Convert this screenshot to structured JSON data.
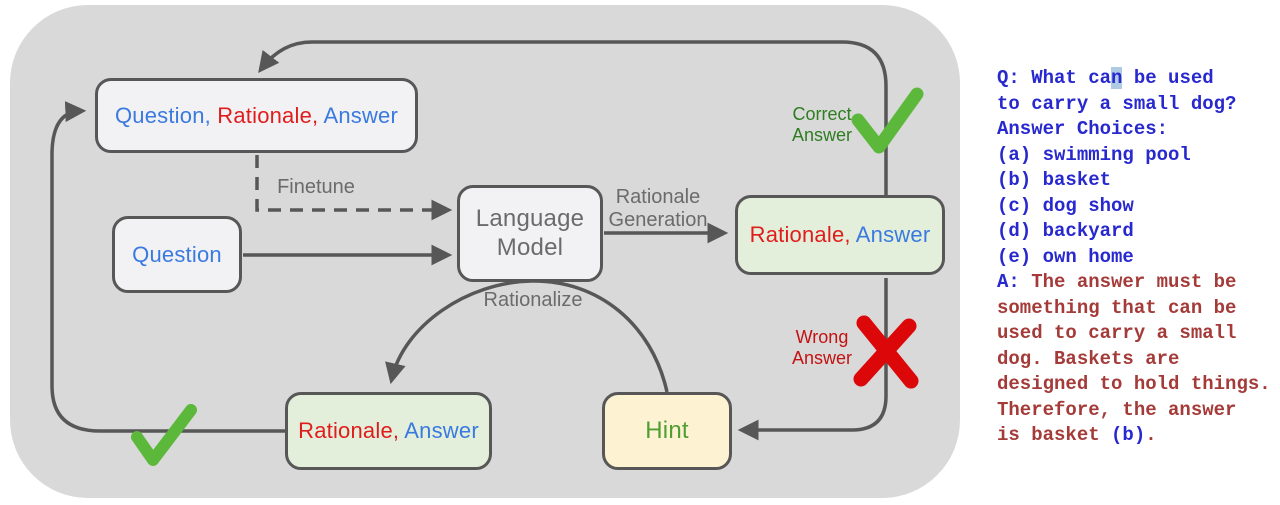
{
  "colors": {
    "panel-bg": "#d9d9d9",
    "box-border": "#575757",
    "box-light": "#f2f2f4",
    "box-green": "#e3efdb",
    "box-yellow": "#fdf3d2",
    "diagram-blue": "#3a7ae0",
    "diagram-red": "#e01d1d",
    "label-gray": "#6b6b6b",
    "correct-green": "#2f7d21",
    "wrong-red": "#c31212",
    "check-green": "#5cb83b",
    "cross-red": "#dc0709",
    "hint-green": "#4f9e31",
    "mono-blue": "#2828cf",
    "mono-red": "#a43b39",
    "highlight-blue": "#aecbe3"
  },
  "diagram": {
    "boxes": {
      "qra": {
        "segments": [
          {
            "t": "Question,",
            "c": "diagram-blue"
          },
          {
            "t": " Rationale,",
            "c": "diagram-red"
          },
          {
            "t": " Answer",
            "c": "diagram-blue"
          }
        ]
      },
      "question": {
        "segments": [
          {
            "t": "Question",
            "c": "diagram-blue"
          }
        ]
      },
      "lm": {
        "lines": [
          "Language",
          "Model"
        ]
      },
      "ra_right": {
        "segments": [
          {
            "t": "Rationale,",
            "c": "diagram-red"
          },
          {
            "t": " Answer",
            "c": "diagram-blue"
          }
        ]
      },
      "ra_bottom": {
        "segments": [
          {
            "t": "Rationale,",
            "c": "diagram-red"
          },
          {
            "t": " Answer",
            "c": "diagram-blue"
          }
        ]
      },
      "hint": {
        "label": "Hint"
      }
    },
    "labels": {
      "finetune": "Finetune",
      "rationale_generation": [
        "Rationale",
        "Generation"
      ],
      "rationalize": "Rationalize",
      "correct_answer": [
        "Correct",
        "Answer"
      ],
      "wrong_answer": [
        "Wrong",
        "Answer"
      ]
    },
    "marks": {
      "correct": "green-check-icon",
      "wrong": "red-cross-icon",
      "loop": "green-check-icon"
    }
  },
  "example": {
    "lines": [
      {
        "segments": [
          {
            "t": "Q: What ca",
            "c": "mono-blue"
          },
          {
            "t": "n",
            "c": "mono-blue",
            "hl": true
          },
          {
            "t": " be used",
            "c": "mono-blue"
          }
        ]
      },
      {
        "segments": [
          {
            "t": "to carry a small dog?",
            "c": "mono-blue"
          }
        ]
      },
      {
        "segments": [
          {
            "t": "Answer Choices:",
            "c": "mono-blue"
          }
        ]
      },
      {
        "segments": [
          {
            "t": "(a) swimming pool",
            "c": "mono-blue"
          }
        ]
      },
      {
        "segments": [
          {
            "t": "(b) basket",
            "c": "mono-blue"
          }
        ]
      },
      {
        "segments": [
          {
            "t": "(c) dog show",
            "c": "mono-blue"
          }
        ]
      },
      {
        "segments": [
          {
            "t": "(d) backyard",
            "c": "mono-blue"
          }
        ]
      },
      {
        "segments": [
          {
            "t": "(e) own home",
            "c": "mono-blue"
          }
        ]
      },
      {
        "segments": [
          {
            "t": "A:",
            "c": "mono-blue"
          },
          {
            "t": " The answer must be",
            "c": "mono-red"
          }
        ]
      },
      {
        "segments": [
          {
            "t": "something that can be",
            "c": "mono-red"
          }
        ]
      },
      {
        "segments": [
          {
            "t": "used to carry a small",
            "c": "mono-red"
          }
        ]
      },
      {
        "segments": [
          {
            "t": "dog. Baskets are",
            "c": "mono-red"
          }
        ]
      },
      {
        "segments": [
          {
            "t": "designed to hold things.",
            "c": "mono-red"
          }
        ]
      },
      {
        "segments": [
          {
            "t": "Therefore, the answer",
            "c": "mono-red"
          }
        ]
      },
      {
        "segments": [
          {
            "t": "is basket ",
            "c": "mono-red"
          },
          {
            "t": "(b)",
            "c": "mono-blue"
          },
          {
            "t": ".",
            "c": "mono-red"
          }
        ]
      }
    ]
  }
}
